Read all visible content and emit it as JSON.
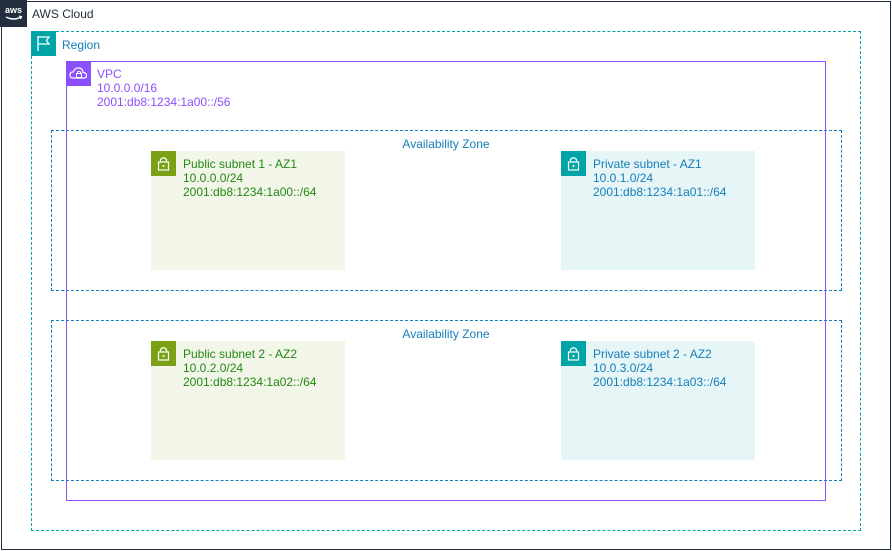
{
  "cloud": {
    "title": "AWS Cloud",
    "icon": "aws-logo-icon"
  },
  "region": {
    "title": "Region",
    "icon": "region-flag-icon"
  },
  "vpc": {
    "title": "VPC",
    "ipv4": "10.0.0.0/16",
    "ipv6": "2001:db8:1234:1a00::/56",
    "icon": "vpc-cloud-lock-icon"
  },
  "az1": {
    "title": "Availability Zone"
  },
  "az2": {
    "title": "Availability Zone"
  },
  "subnets": [
    {
      "name": "Public subnet 1 - AZ1",
      "ipv4": "10.0.0.0/24",
      "ipv6": "2001:db8:1234:1a00::/64",
      "type": "public",
      "icon": "lock-icon"
    },
    {
      "name": "Private subnet - AZ1",
      "ipv4": "10.0.1.0/24",
      "ipv6": "2001:db8:1234:1a01::/64",
      "type": "private",
      "icon": "lock-icon"
    },
    {
      "name": "Public subnet 2 - AZ2",
      "ipv4": "10.0.2.0/24",
      "ipv6": "2001:db8:1234:1a02::/64",
      "type": "public",
      "icon": "lock-icon"
    },
    {
      "name": "Private subnet 2 - AZ2",
      "ipv4": "10.0.3.0/24",
      "ipv6": "2001:db8:1234:1a03::/64",
      "type": "private",
      "icon": "lock-icon"
    }
  ],
  "colors": {
    "cloud": "#232f3e",
    "region": "#00a4a6",
    "vpc": "#8c4fff",
    "az": "#147eba",
    "public": "#7aa116",
    "private": "#00a4a6"
  }
}
